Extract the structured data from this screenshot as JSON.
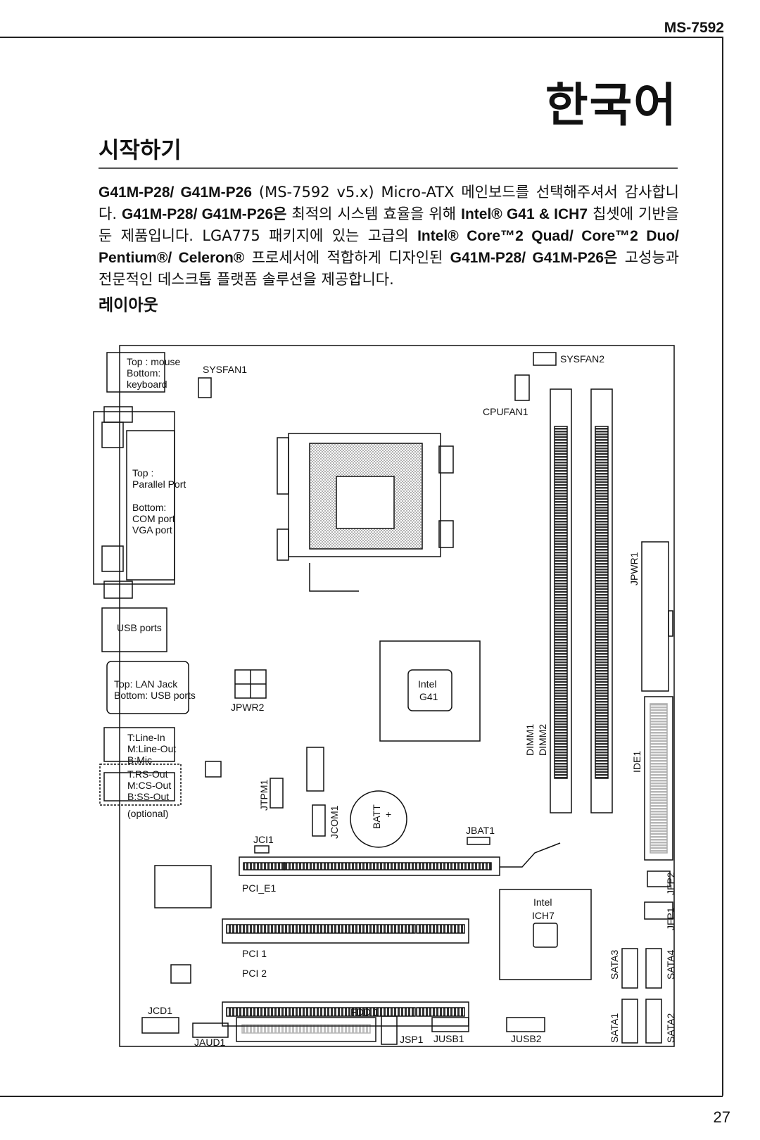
{
  "header": {
    "model": "MS-7592"
  },
  "page_number": "27",
  "title": "한국어",
  "section_title": "시작하기",
  "intro": {
    "p1_bold": "G41M-P28/ G41M-P26",
    "p1_text": " (MS-7592 v5.x) Micro-ATX 메인보드를 선택해주셔서 감사합니다. ",
    "p2_bold": "G41M-P28/ G41M-P26은",
    "p2_text": " 최적의 시스템 효율을 위해 ",
    "p3_bold": "Intel® G41 & ICH7",
    "p3_text": " 칩셋에 기반을 둔 제품입니다. LGA775 패키지에 있는 고급의 ",
    "p4_bold": "Intel® Core™2 Quad/ Core™2 Duo/ Pentium®/ Celeron®",
    "p4_text": " 프로세서에 적합하게 디자인된 ",
    "p5_bold": "G41M-P28/ G41M-P26은",
    "p5_text": " 고성능과 전문적인 데스크톱 플랫폼 솔루션을 제공합니다."
  },
  "layout_title": "레이아웃",
  "diagram": {
    "io_ps2_1": "Top : mouse",
    "io_ps2_2": "Bottom:",
    "io_ps2_3": "keyboard",
    "io_par_1": "Top :",
    "io_par_2": "Parallel Port",
    "io_par_3": "Bottom:",
    "io_par_4": "COM port",
    "io_par_5": "VGA port",
    "io_usb": "USB ports",
    "io_lan_1": "Top: LAN Jack",
    "io_lan_2": "Bottom: USB ports",
    "io_aud_1": "T:Line-In",
    "io_aud_2": "M:Line-Out",
    "io_aud_3": "B:Mic",
    "io_aud_4": "T:RS-Out",
    "io_aud_5": "M:CS-Out",
    "io_aud_6": "B:SS-Out",
    "io_aud_7": "(optional)",
    "sysfan1": "SYSFAN1",
    "sysfan2": "SYSFAN2",
    "cpufan1": "CPUFAN1",
    "jpwr1": "JPWR1",
    "jpwr2": "JPWR2",
    "intel_g41_1": "Intel",
    "intel_g41_2": "G41",
    "dimm1": "DIMM1",
    "dimm2": "DIMM2",
    "ide1": "IDE1",
    "jtpm1": "JTPM1",
    "jcom1": "JCOM1",
    "batt": "BATT",
    "batt_plus": "+",
    "jci1": "JCI1",
    "jbat1": "JBAT1",
    "pci_e1": "PCI_E1",
    "intel_ich7_1": "Intel",
    "intel_ich7_2": "ICH7",
    "pci1": "PCI 1",
    "pci2": "PCI 2",
    "jfp2": "JFP2",
    "jfp1": "JFP1",
    "sata3": "SATA3",
    "sata4": "SATA4",
    "sata1": "SATA1",
    "sata2": "SATA2",
    "jcd1": "JCD1",
    "jaud1": "JAUD1",
    "fdd1": "FDD 1",
    "jsp1": "JSP1",
    "jusb1": "JUSB1",
    "jusb2": "JUSB2"
  }
}
